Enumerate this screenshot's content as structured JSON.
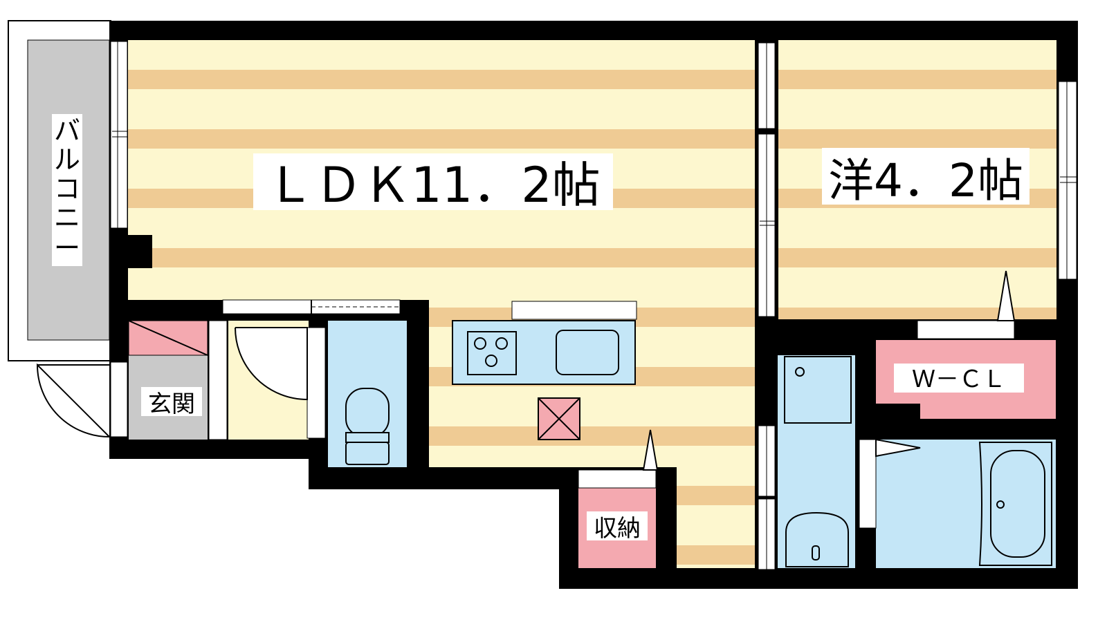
{
  "rooms": {
    "ldk": "ＬＤＫ11．2帖",
    "western": "洋4．2帖",
    "wcl": "Ｗ－ＣＬ",
    "entrance": "玄関",
    "storage": "収納",
    "balcony": [
      "バ",
      "ル",
      "コ",
      "ニ",
      "ー"
    ]
  },
  "colors": {
    "wall": "#000000",
    "floor_stripe": "#efcb94",
    "floor_base": "#fdf7cf",
    "wet_area": "#c4e6f7",
    "storage": "#f4a9b0",
    "entrance_floor": "#c9c9c9",
    "balcony": "#c9c9c9"
  }
}
